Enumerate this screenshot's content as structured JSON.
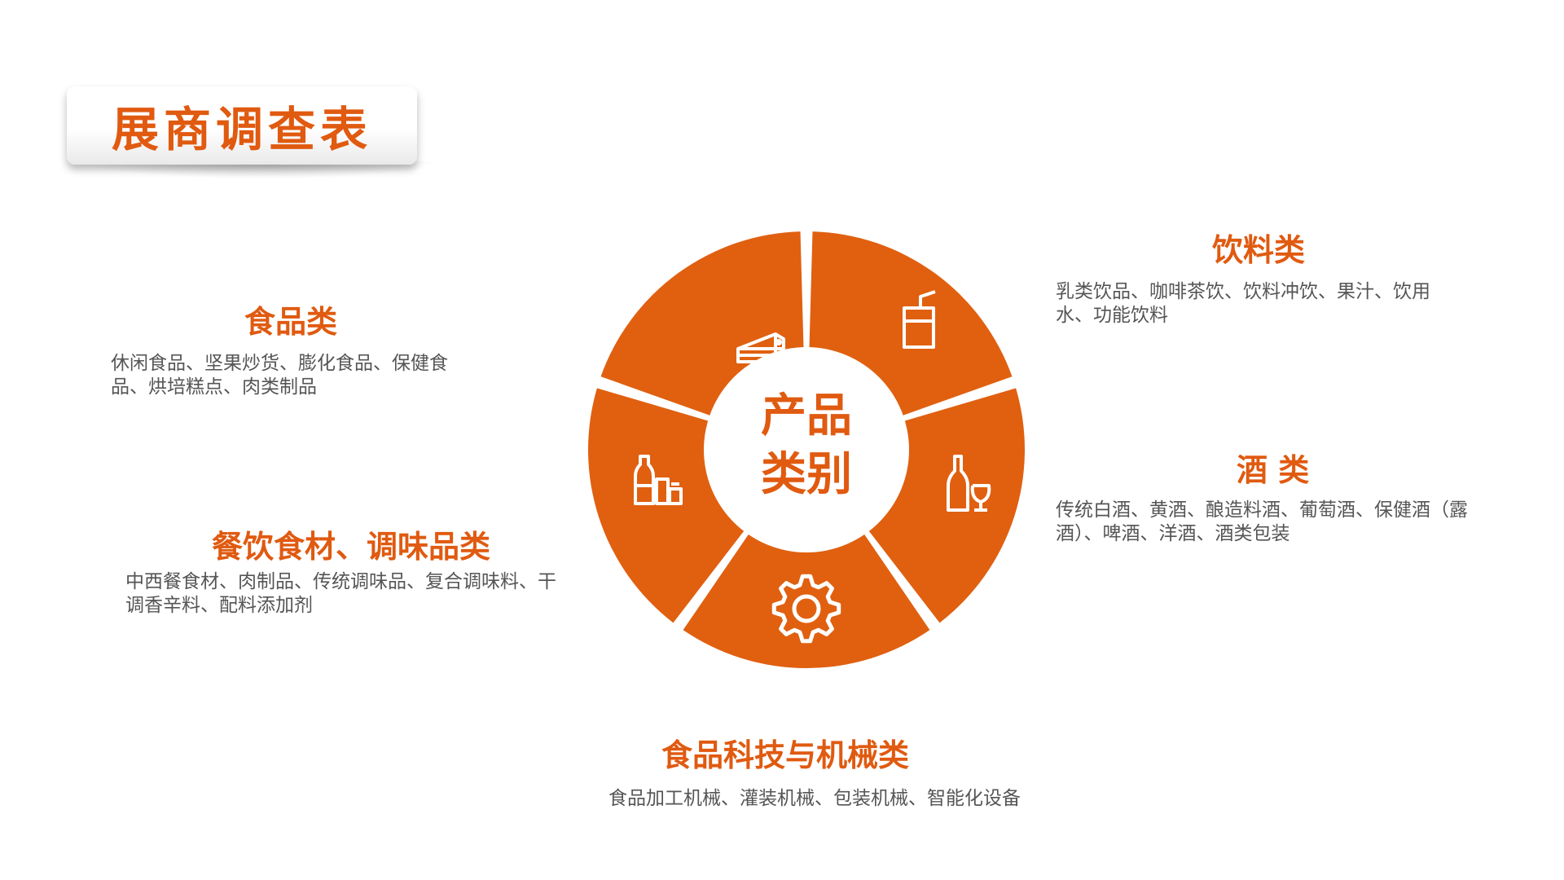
{
  "title": "展商调查表",
  "center_label": [
    "产品",
    "类别"
  ],
  "colors": {
    "accent": "#e05a10",
    "wheel_fill": "#e06010",
    "text": "#555555"
  },
  "categories": [
    {
      "id": "food",
      "title": "食品类",
      "description": "休闲食品、坚果炒货、膨化食品、保健食品、烘培糕点、肉类制品",
      "icon": "cake-slice-icon"
    },
    {
      "id": "beverage",
      "title": "饮料类",
      "description": "乳类饮品、咖啡茶饮、饮料冲饮、果汁、饮用水、功能饮料",
      "icon": "drink-cup-icon"
    },
    {
      "id": "alcohol",
      "title": "酒 类",
      "description": "传统白酒、黄酒、酿造料酒、葡萄酒、保健酒（露酒）、啤酒、洋酒、酒类包装",
      "icon": "wine-bottle-icon"
    },
    {
      "id": "catering",
      "title": "餐饮食材、调味品类",
      "description": "中西餐食材、肉制品、传统调味品、复合调味料、干调香辛料、配料添加剂",
      "icon": "condiment-bottles-icon"
    },
    {
      "id": "machinery",
      "title": "食品科技与机械类",
      "description": "食品加工机械、灌装机械、包装机械、智能化设备",
      "icon": "gear-icon"
    }
  ]
}
